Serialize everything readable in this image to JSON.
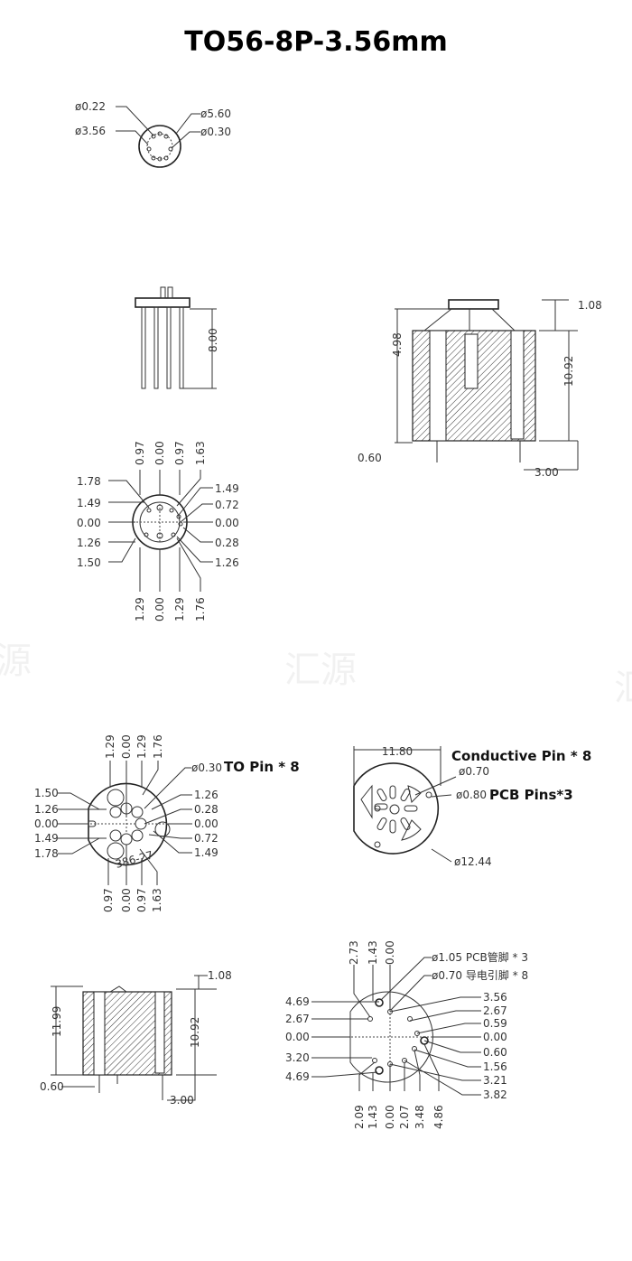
{
  "title": "TO56-8P-3.56mm",
  "watermark": [
    "源",
    "汇源",
    "汇"
  ],
  "top_view": {
    "d1": "ø0.22",
    "d2": "ø3.56",
    "d3": "ø5.60",
    "d4": "ø0.30"
  },
  "side_view": {
    "length": "8.00"
  },
  "section_view": {
    "h1": "4.98",
    "h2": "10.92",
    "h3": "1.08",
    "w1": "0.60",
    "w2": "3.00"
  },
  "pin_layout": {
    "top": [
      "0.97",
      "0.00",
      "0.97",
      "1.63"
    ],
    "left": [
      "1.78",
      "1.49",
      "0.00",
      "1.26",
      "1.50"
    ],
    "right": [
      "1.49",
      "0.72",
      "0.00",
      "0.28",
      "1.26"
    ],
    "bottom": [
      "1.29",
      "0.00",
      "1.29",
      "1.76"
    ]
  },
  "to_pin_view": {
    "top": [
      "1.29",
      "0.00",
      "1.29",
      "1.76"
    ],
    "left": [
      "1.50",
      "1.26",
      "0.00",
      "1.49",
      "1.78"
    ],
    "right": [
      "1.26",
      "0.28",
      "0.00",
      "0.72",
      "1.49"
    ],
    "bottom": [
      "0.97",
      "0.00",
      "0.97",
      "1.63"
    ],
    "diameter": "ø0.30",
    "label": "TO Pin * 8",
    "marking": "386-27"
  },
  "pcb_view": {
    "width": "11.80",
    "conductive_label": "Conductive Pin * 8",
    "conductive_dia": "ø0.70",
    "pcb_dia": "ø0.80",
    "pcb_label": "PCB Pins*3",
    "outer_dia": "ø12.44"
  },
  "section_view2": {
    "h1": "11.99",
    "h2": "10.92",
    "h3": "1.08",
    "w1": "0.60",
    "w2": "3.00"
  },
  "footprint_view": {
    "top": [
      "2.73",
      "1.43",
      "0.00"
    ],
    "note1": "ø1.05 PCB管脚 * 3",
    "note2": "ø0.70 导电引脚 * 8",
    "left": [
      "4.69",
      "2.67",
      "0.00",
      "3.20",
      "4.69"
    ],
    "right": [
      "3.56",
      "2.67",
      "0.59",
      "0.00",
      "0.60",
      "1.56",
      "3.21",
      "3.82"
    ],
    "bottom": [
      "2.09",
      "1.43",
      "0.00",
      "2.07",
      "3.48",
      "4.86"
    ]
  }
}
